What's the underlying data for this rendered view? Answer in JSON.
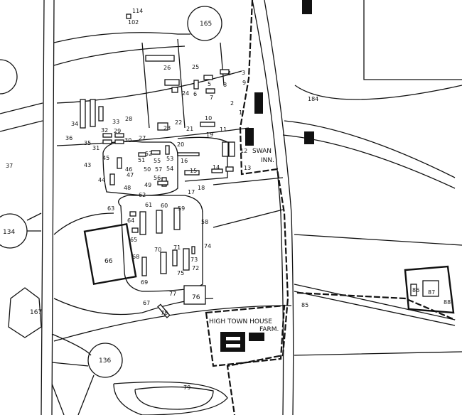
{
  "map": {
    "colors": {
      "ink": "#111111",
      "paper": "#ffffff"
    },
    "labels": {
      "l114": "114",
      "l102": "102",
      "l165": "165",
      "l26": "26",
      "l25": "25",
      "l4": "4",
      "l3": "3",
      "l9": "9",
      "l5": "5",
      "l8": "8",
      "l24": "24",
      "l6": "6",
      "l7": "7",
      "l2": "2",
      "l184": "184",
      "l1": "1",
      "l34": "34",
      "l33": "33",
      "l28": "28",
      "l23": "23",
      "l22": "22",
      "l10": "10",
      "l21": "21",
      "l36": "36",
      "l32": "32",
      "l29": "29",
      "l30": "30",
      "l27": "27",
      "l35": "35",
      "l31": "31",
      "l19": "19",
      "l11": "11",
      "l20": "20",
      "l12": "12",
      "swan": "SWAN",
      "inn": "INN.",
      "l52": "52",
      "l45": "45",
      "l51": "51",
      "l55": "55",
      "l53": "53",
      "l16": "16",
      "l43": "43",
      "l46": "46",
      "l50": "50",
      "l57": "57",
      "l54": "54",
      "l14": "14",
      "l13": "13",
      "l15": "15",
      "l37": "37",
      "l47": "47",
      "l56": "56",
      "l44": "44",
      "l48": "48",
      "l49": "49",
      "l17": "17",
      "l18": "18",
      "l62": "62",
      "l63": "63",
      "l61": "61",
      "l60": "60",
      "l59": "59",
      "l134": "134",
      "l64": "64",
      "l58": "58",
      "l65": "65",
      "l74": "74",
      "l66": "66",
      "l68": "68",
      "l70": "70",
      "l71": "71",
      "l73": "73",
      "l72": "72",
      "l69": "69",
      "l75": "75",
      "l77": "77",
      "l76": "76",
      "l67": "67",
      "l78": "78",
      "l86": "86",
      "l87": "87",
      "l88": "88",
      "l85": "85",
      "l167": "167",
      "hightown": "HIGH TOWN HOUSE",
      "farm": "FARM.",
      "l136": "136",
      "l79": "79"
    }
  }
}
